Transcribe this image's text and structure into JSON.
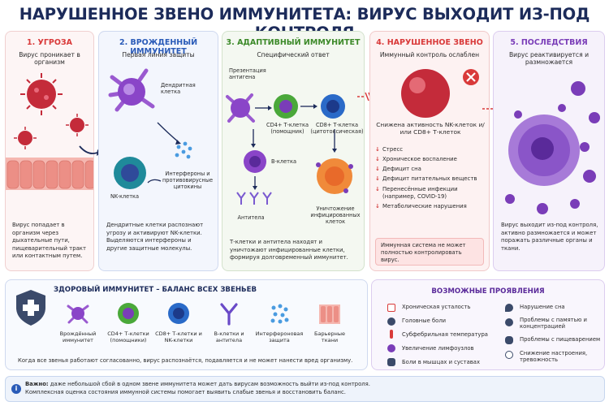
{
  "title": "НАРУШЕННОЕ ЗВЕНО ИММУНИТЕТА: ВИРУС ВЫХОДИТ ИЗ-ПОД КОНТРОЛЯ",
  "colors": {
    "red": "#d93a3a",
    "blue": "#2a5bb8",
    "green": "#3d8a2a",
    "purple": "#7a3db8",
    "navy": "#1c2b5a"
  },
  "panels": [
    {
      "heading": "1. УГРОЗА",
      "sub": "Вирус проникает в организм",
      "desc": "Вирус попадает в организм через дыхательные пути, пищеварительный тракт или контактным путем."
    },
    {
      "heading": "2. ВРОЖДЕННЫЙ ИММУНИТЕТ",
      "sub": "Первая линия защиты",
      "labels": [
        "Дендритная клетка",
        "Интерфероны и противовирусные цитокины",
        "NK-клетка"
      ],
      "desc": "Дендритные клетки распознают угрозу и активируют NK-клетки. Выделяются интерфероны и другие защитные молекулы."
    },
    {
      "heading": "3. АДАПТИВНЫЙ ИММУНИТЕТ",
      "sub": "Специфический ответ",
      "labels": [
        "Презентация антигена",
        "CD4+ Т-клетка (помощник)",
        "CD8+ Т-клетка (цитотоксическая)",
        "В-клетка",
        "Антитела",
        "Уничтожение инфицированных клеток"
      ],
      "desc": "Т-клетки и антитела находят и уничтожают инфицированные клетки, формируя долговременный иммунитет."
    },
    {
      "heading": "4. НАРУШЕННОЕ ЗВЕНО",
      "sub": "Иммунный контроль ослаблен",
      "caption": "Сниженa активность NK-клеток и/или CD8+ Т-клеток",
      "bullets": [
        "Стресс",
        "Хроническое воспаление",
        "Дефицит сна",
        "Дефицит питательных веществ",
        "Перенесённые инфекции (например, COVID-19)",
        "Метаболические нарушения"
      ],
      "note": "Иммунная система не может полностью контролировать вирус."
    },
    {
      "heading": "5. ПОСЛЕДСТВИЯ",
      "sub": "Вирус реактивируется и размножается",
      "desc": "Вирус выходит из-под контроля, активно размножается и может поражать различные органы и ткани."
    }
  ],
  "healthy": {
    "heading": "ЗДОРОВЫЙ ИММУНИТЕТ – БАЛАНС ВСЕХ ЗВЕНЬЕВ",
    "items": [
      "Врождённый иммунитет",
      "CD4+ Т-клетки (помощники)",
      "CD8+ Т-клетки и NK-клетки",
      "В-клетки и антитела",
      "Интерфероновая защита",
      "Барьерные ткани"
    ],
    "caption": "Когда все звенья работают согласованно, вирус распознаётся, подавляется и не может нанести вред организму."
  },
  "manifestations": {
    "heading": "ВОЗМОЖНЫЕ ПРОЯВЛЕНИЯ",
    "left": [
      "Хроническая усталость",
      "Головные боли",
      "Субфебрильная температура",
      "Увеличение лимфоузлов",
      "Боли в мышцах и суставах"
    ],
    "right": [
      "Нарушение сна",
      "Проблемы с памятью и концентрацией",
      "Проблемы с пищеварением",
      "Снижение настроения, тревожность"
    ]
  },
  "footer": {
    "bold": "Важно:",
    "line1": "даже небольшой сбой в одном звене иммунитета может дать вирусам возможность выйти из-под контроля.",
    "line2": "Комплексная оценка состояния иммунной системы помогает выявить слабые звенья и восстановить баланс."
  }
}
